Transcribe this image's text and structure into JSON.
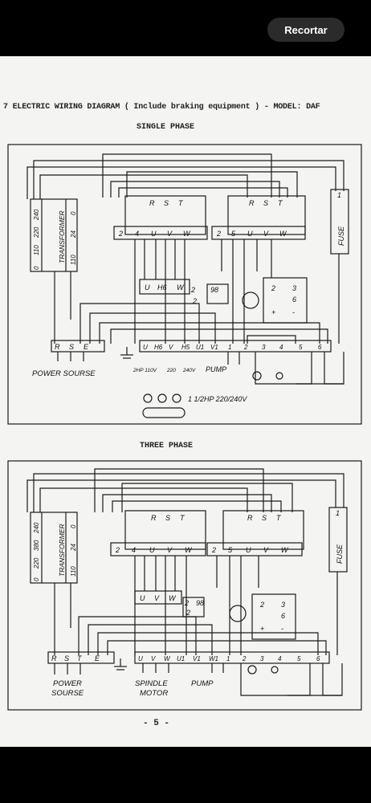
{
  "app": {
    "crop_label": "Recortar"
  },
  "document": {
    "title": "7 ELECTRIC WIRING DIAGRAM ( Include braking equipment ) - MODEL: DAF",
    "page_number": "- 5 -",
    "single_phase": {
      "heading": "SINGLE PHASE",
      "transformer_label": "TRANSFORMER",
      "transformer_top": [
        "0",
        "110",
        "220",
        "240"
      ],
      "transformer_bottom": [
        "110",
        "24",
        "0"
      ],
      "contactor1_top": [
        "R",
        "S",
        "T"
      ],
      "contactor1_bottom": [
        "2",
        "4",
        "U",
        "V",
        "W"
      ],
      "contactor2_top": [
        "R",
        "S",
        "T"
      ],
      "contactor2_bottom": [
        "2",
        "5",
        "U",
        "V",
        "W"
      ],
      "fuse_label": "FUSE",
      "fuse_top": "1",
      "motor_terminals": [
        "U",
        "H6",
        "W"
      ],
      "relay_labels": [
        "2",
        "98",
        "2"
      ],
      "switch_labels": [
        "2",
        "3",
        "6",
        "+",
        "-"
      ],
      "power_terminals": [
        "R",
        "S",
        "E"
      ],
      "power_label": "POWER SOURSE",
      "bottom_terminals": [
        "U",
        "H6",
        "V",
        "H5",
        "U1",
        "V1",
        "1",
        "2",
        "3",
        "4",
        "5",
        "6"
      ],
      "voltage_labels": [
        "2HP 110V",
        "220",
        "240V"
      ],
      "pump_label": "PUMP",
      "motor_spec": "1 1/2HP 220/240V"
    },
    "three_phase": {
      "heading": "THREE PHASE",
      "transformer_label": "TRANSFORMER",
      "transformer_top": [
        "0",
        "220",
        "380",
        "240"
      ],
      "transformer_bottom": [
        "110",
        "24",
        "0"
      ],
      "contactor1_top": [
        "R",
        "S",
        "T"
      ],
      "contactor1_bottom": [
        "2",
        "4",
        "U",
        "V",
        "W"
      ],
      "contactor2_top": [
        "R",
        "S",
        "T"
      ],
      "contactor2_bottom": [
        "2",
        "5",
        "U",
        "V",
        "W"
      ],
      "fuse_label": "FUSE",
      "fuse_top": "1",
      "motor_terminals": [
        "U",
        "V",
        "W"
      ],
      "relay_labels": [
        "2",
        "98",
        "2"
      ],
      "switch_labels": [
        "2",
        "3",
        "6",
        "+",
        "-"
      ],
      "power_terminals": [
        "R",
        "S",
        "T",
        "E"
      ],
      "power_label_1": "POWER",
      "power_label_2": "SOURSE",
      "bottom_terminals": [
        "U",
        "V",
        "W",
        "U1",
        "V1",
        "W1",
        "1",
        "2",
        "3",
        "4",
        "5",
        "6"
      ],
      "motor_label_1": "SPINDLE",
      "motor_label_2": "MOTOR",
      "pump_label": "PUMP"
    }
  }
}
